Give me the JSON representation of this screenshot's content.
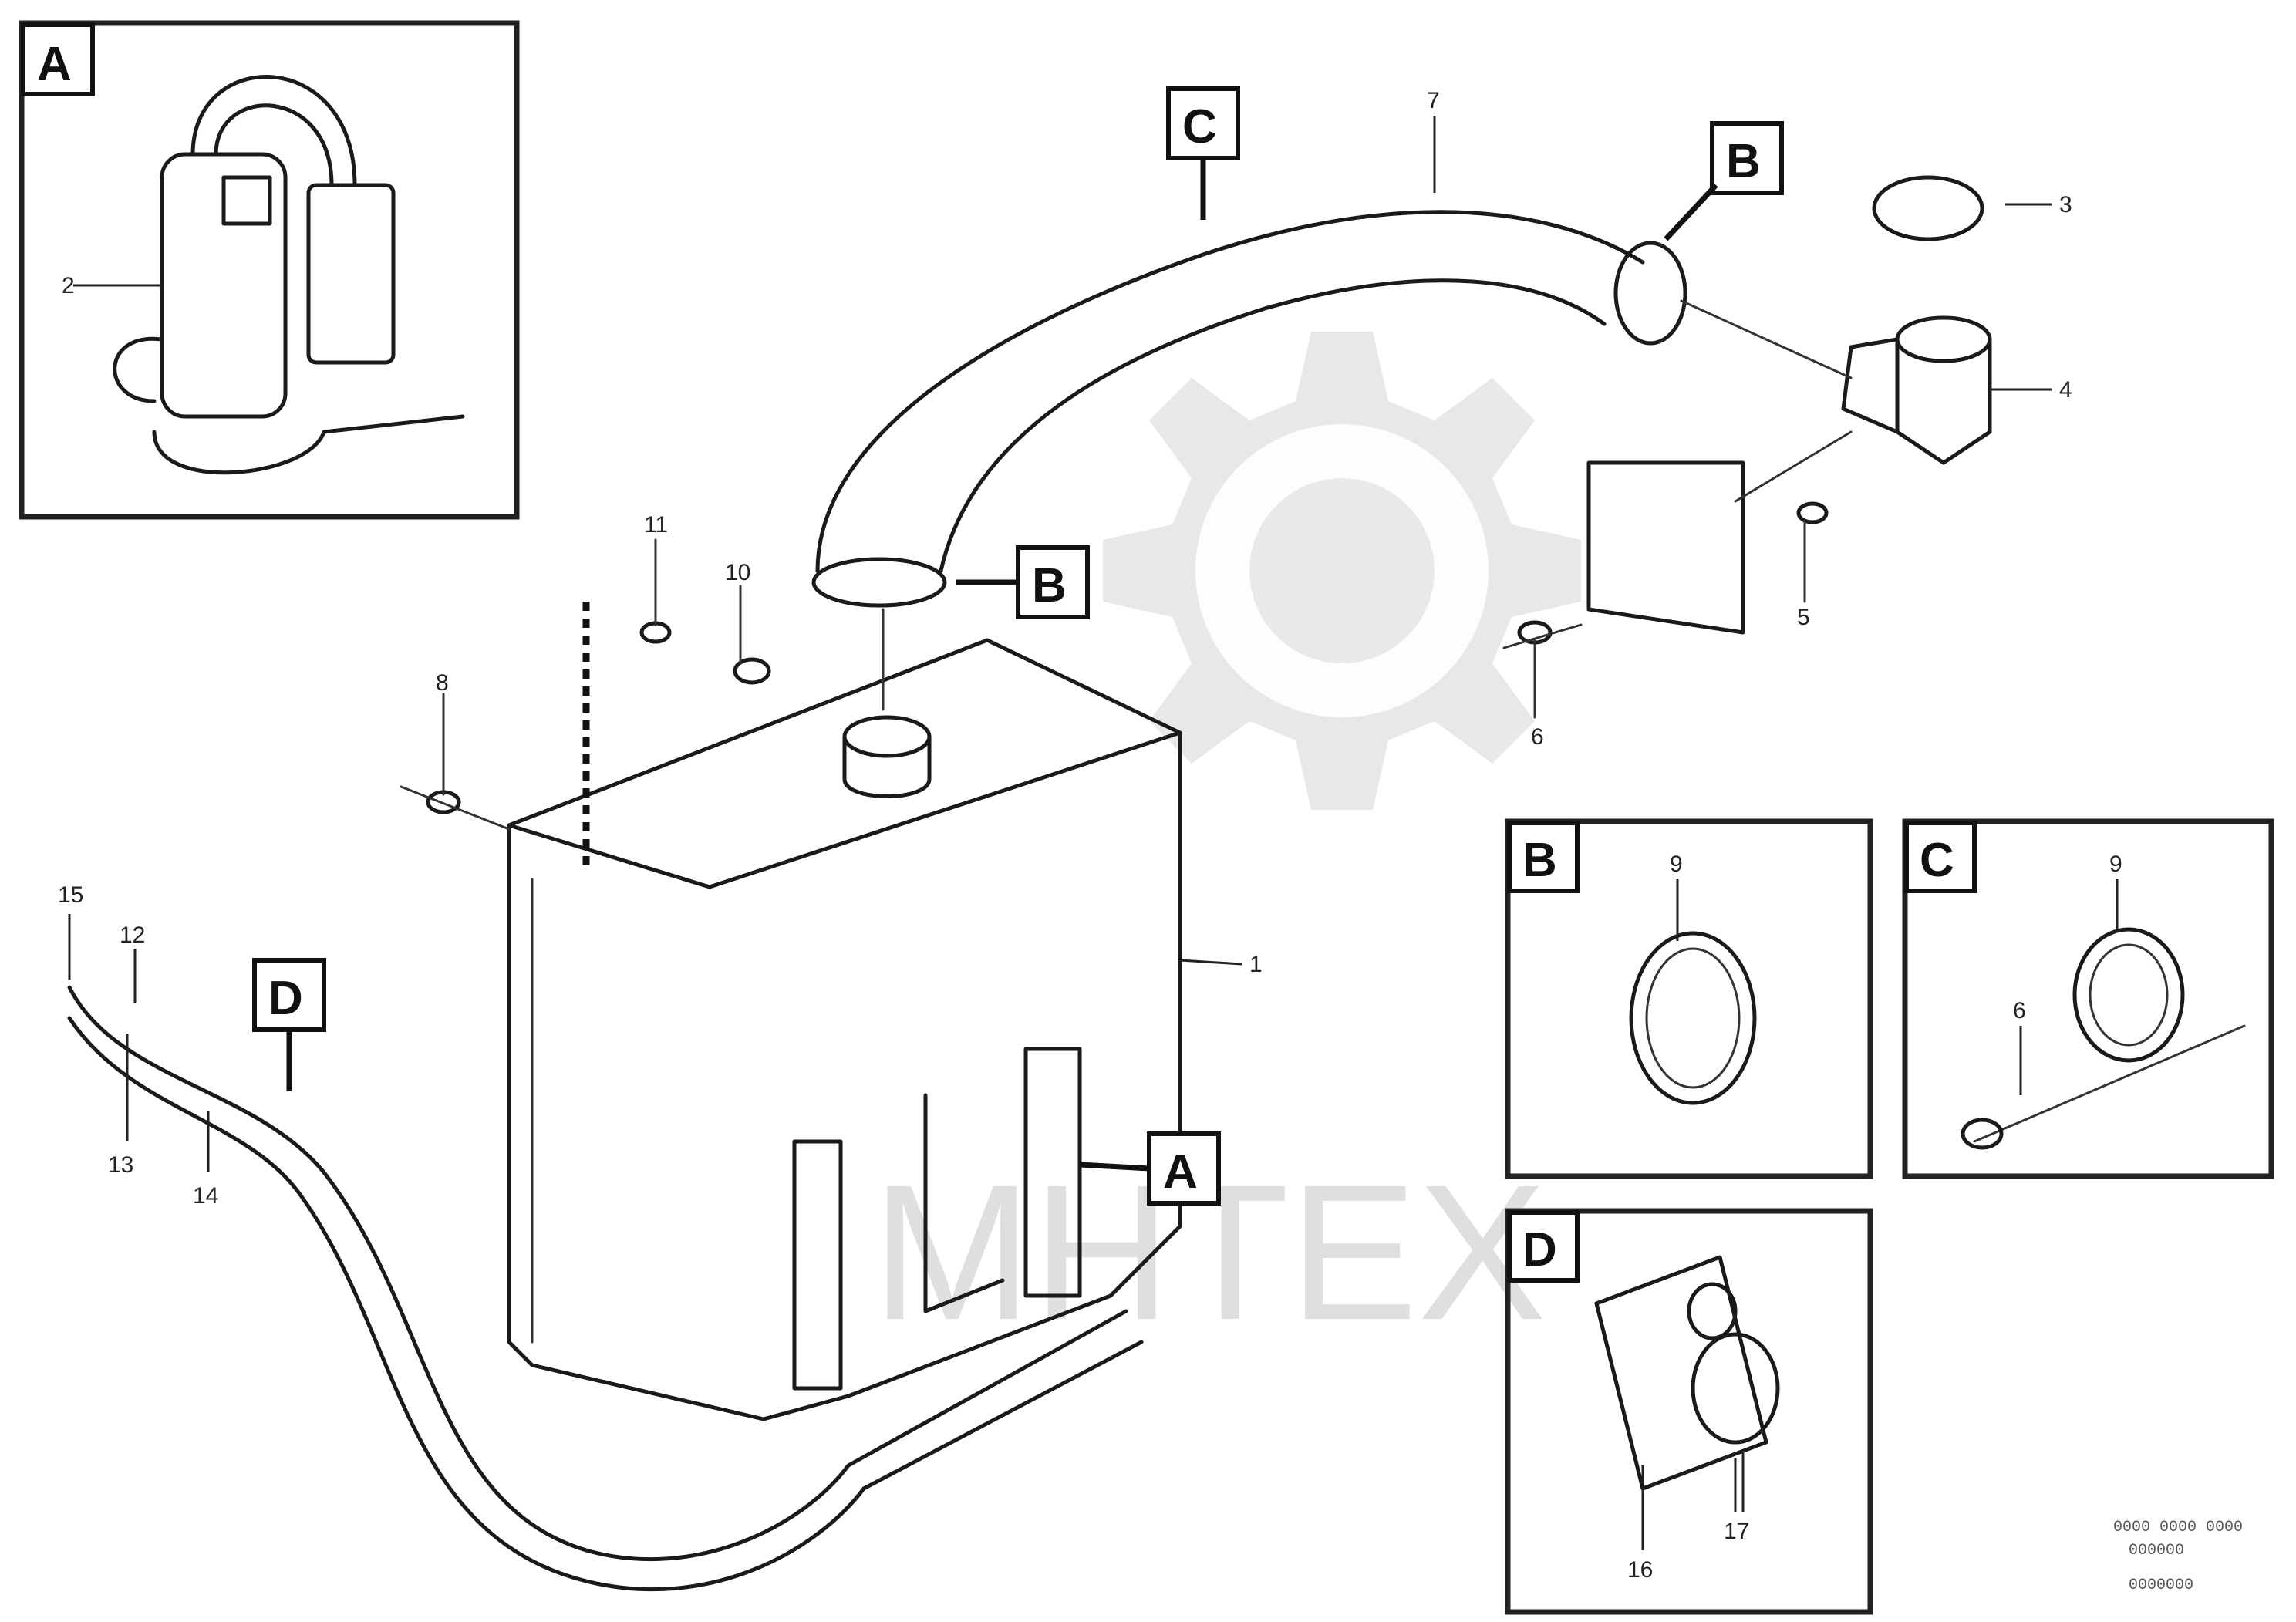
{
  "callouts": {
    "A": "A",
    "B": "B",
    "C": "C",
    "D": "D",
    "inset_a": "A",
    "inset_b": "B",
    "inset_c": "C",
    "inset_d": "D"
  },
  "part_numbers": {
    "p1": "1",
    "p2": "2",
    "p3": "3",
    "p4": "4",
    "p5": "5",
    "p6": "6",
    "p7": "7",
    "p8": "8",
    "p9": "9",
    "p10": "10",
    "p11": "11",
    "p12": "12",
    "p13": "13",
    "p14": "14",
    "p15": "15",
    "p16": "16",
    "p17": "17",
    "inset_b_9": "9",
    "inset_c_9": "9",
    "inset_c_6": "6"
  },
  "watermark": {
    "text": "МНТЕХ"
  },
  "footer": {
    "line1": "0000 0000 0000",
    "line2": "000000",
    "line3": "0000000"
  }
}
